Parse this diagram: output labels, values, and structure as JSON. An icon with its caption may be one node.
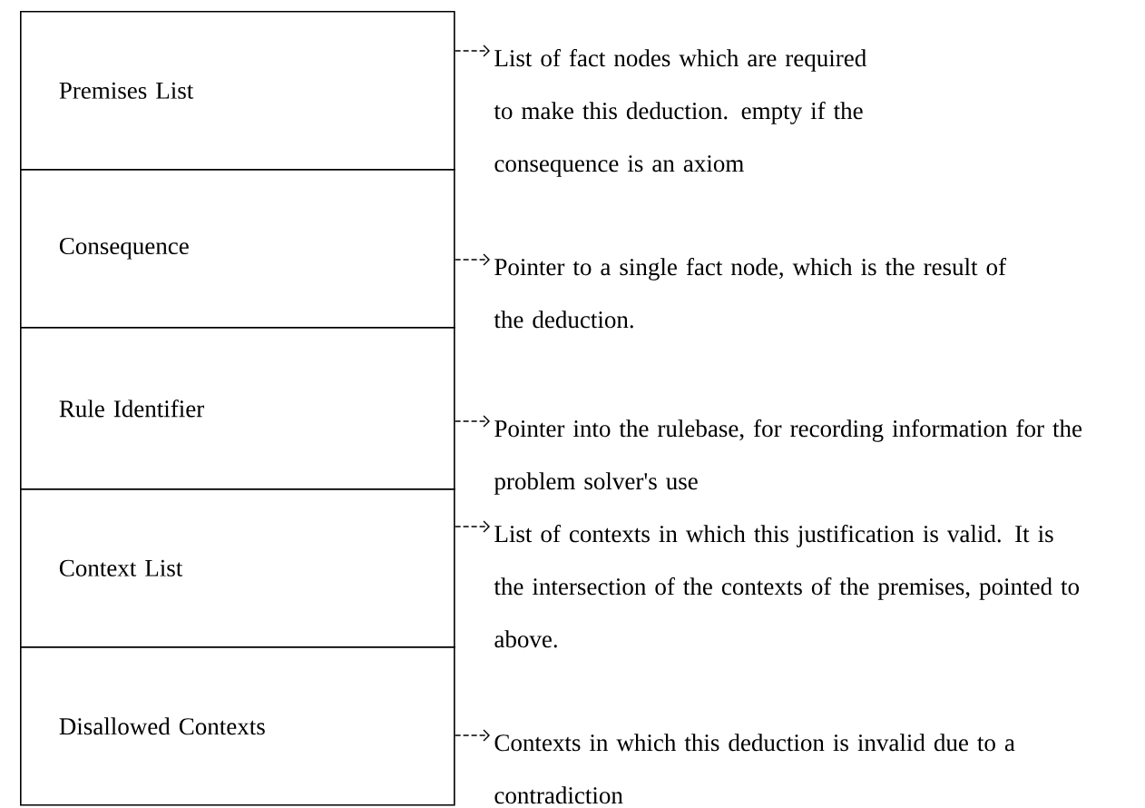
{
  "diagram": {
    "nodes": [
      {
        "text": [
          "Premises List"
        ]
      },
      {
        "text": [
          "Consequence"
        ]
      },
      {
        "text": [
          "Rule Identifier"
        ]
      },
      {
        "text": [
          "Context List"
        ]
      },
      {
        "text": [
          "Disallowed Contexts"
        ]
      },
      {
        "text": [
          "List of fact nodes which are required to make this deduction. empty if the consequence is an axiom"
        ]
      },
      {
        "text": [
          "Pointer to a single fact node, which is the result of the deduction."
        ]
      },
      {
        "text": [
          "Pointer into the rulebase, for recording information for the problem solver's use"
        ]
      },
      {
        "text": [
          "List of contexts in which this justification is valid. It is the intersection of the contexts of the premises, pointed to above."
        ]
      },
      {
        "text": [
          "Contexts in which this deduction is invalid due to a contradiction"
        ]
      }
    ],
    "edges": [
      {
        "from": 0,
        "to": 5,
        "arrow": "to"
      },
      {
        "from": 1,
        "to": 6,
        "arrow": "to"
      },
      {
        "from": 2,
        "to": 7,
        "arrow": "to"
      },
      {
        "from": 3,
        "to": 8,
        "arrow": "to"
      },
      {
        "from": 4,
        "to": 9,
        "arrow": "to"
      }
    ]
  }
}
